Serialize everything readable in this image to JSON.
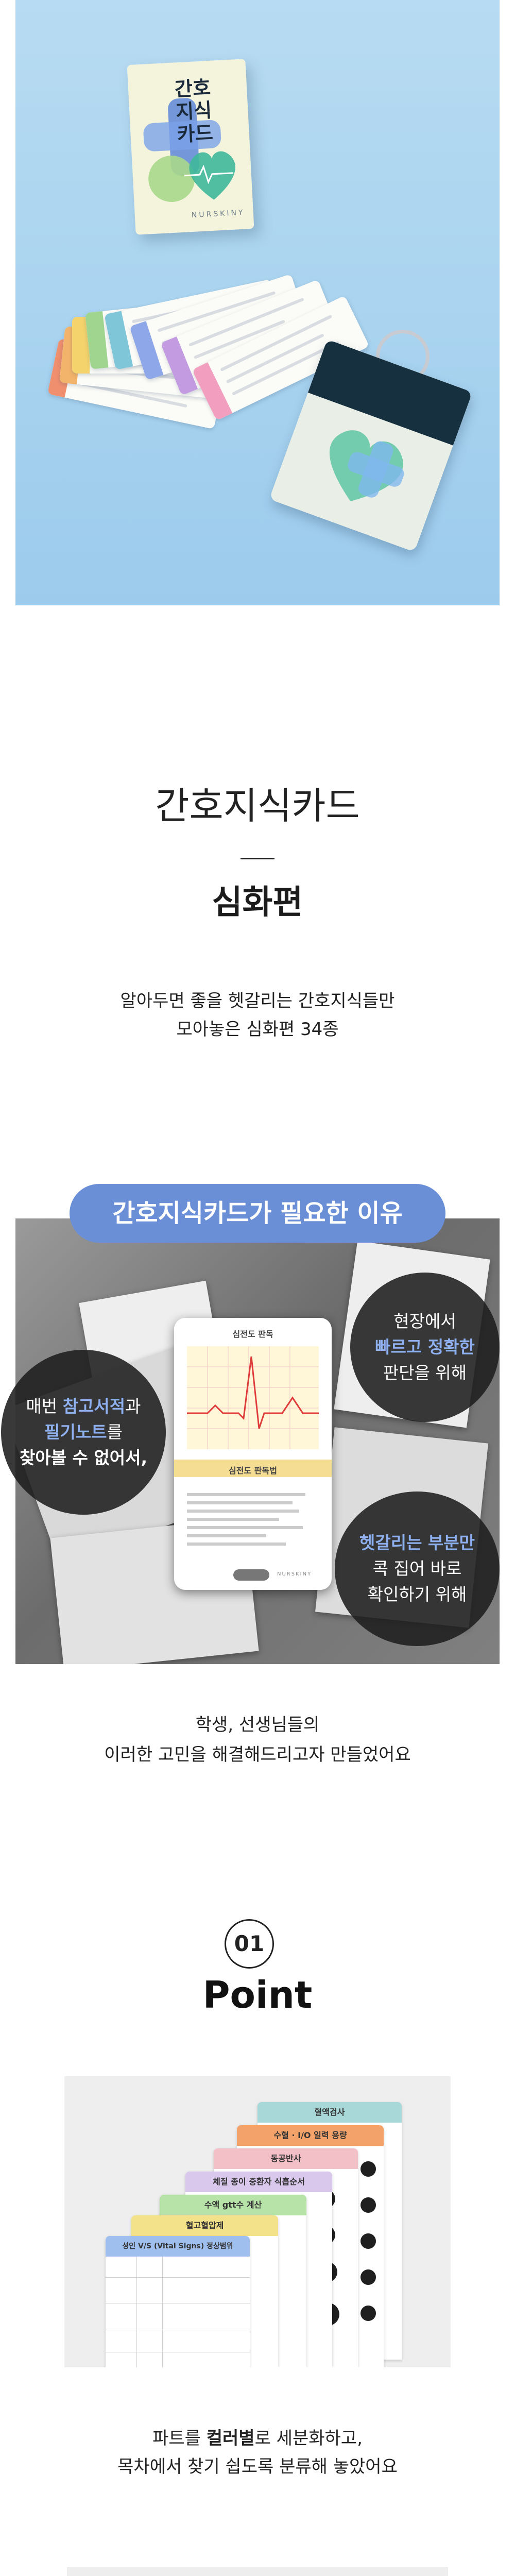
{
  "hero": {
    "box_title": "간호\n지식\n카드",
    "box_brand": "NURSKINY"
  },
  "title": {
    "main": "간호지식카드",
    "sub": "심화편"
  },
  "intro": {
    "line1": "알아두면 좋을 헷갈리는 간호지식들만",
    "line2": "모아놓은 심화편 34종"
  },
  "why": {
    "pill": "간호지식카드가 필요한 이유",
    "card_heading1": "심전도 판독",
    "card_heading2": "심전도 판독법",
    "card_brand": "NURSKINY",
    "bubble_left": {
      "l1_pre": "매번 ",
      "l1_blue": "참고서적",
      "l1_post": "과",
      "l2_blue": "필기노트",
      "l2_post": "를",
      "l3": "찾아볼 수 없어서,"
    },
    "bubble_top_right": {
      "l1": "현장에서",
      "l2_blue": "빠르고 정확한",
      "l3": "판단을 위해"
    },
    "bubble_bottom_right": {
      "l1_blue": "헷갈리는 부분만",
      "l2": "콕 집어 바로",
      "l3": "확인하기 위해"
    }
  },
  "reason": {
    "line1": "학생, 선생님들의",
    "line2": "이러한 고민을 해결해드리고자 만들었어요"
  },
  "point": {
    "number": "01",
    "title": "Point",
    "sheets": [
      "혈액검사",
      "수혈 · I/O 일력 용량",
      "동공반사",
      "체질 종이 중환자 식흡순서",
      "수액 gtt수 계산",
      "혈고혈압제",
      "성인 V/S (Vital Signs) 정상범위"
    ],
    "desc_line1_pre": "파트를 ",
    "desc_line1_bold": "컬러별",
    "desc_line1_post": "로 세분화하고,",
    "desc_line2": "목차에서 찾기 쉽도록 분류해 놓았어요"
  },
  "colors": {
    "sky": "#a9d3ef",
    "accent_blue": "#6b8fd6",
    "highlight_blue": "#8fb0ee"
  }
}
